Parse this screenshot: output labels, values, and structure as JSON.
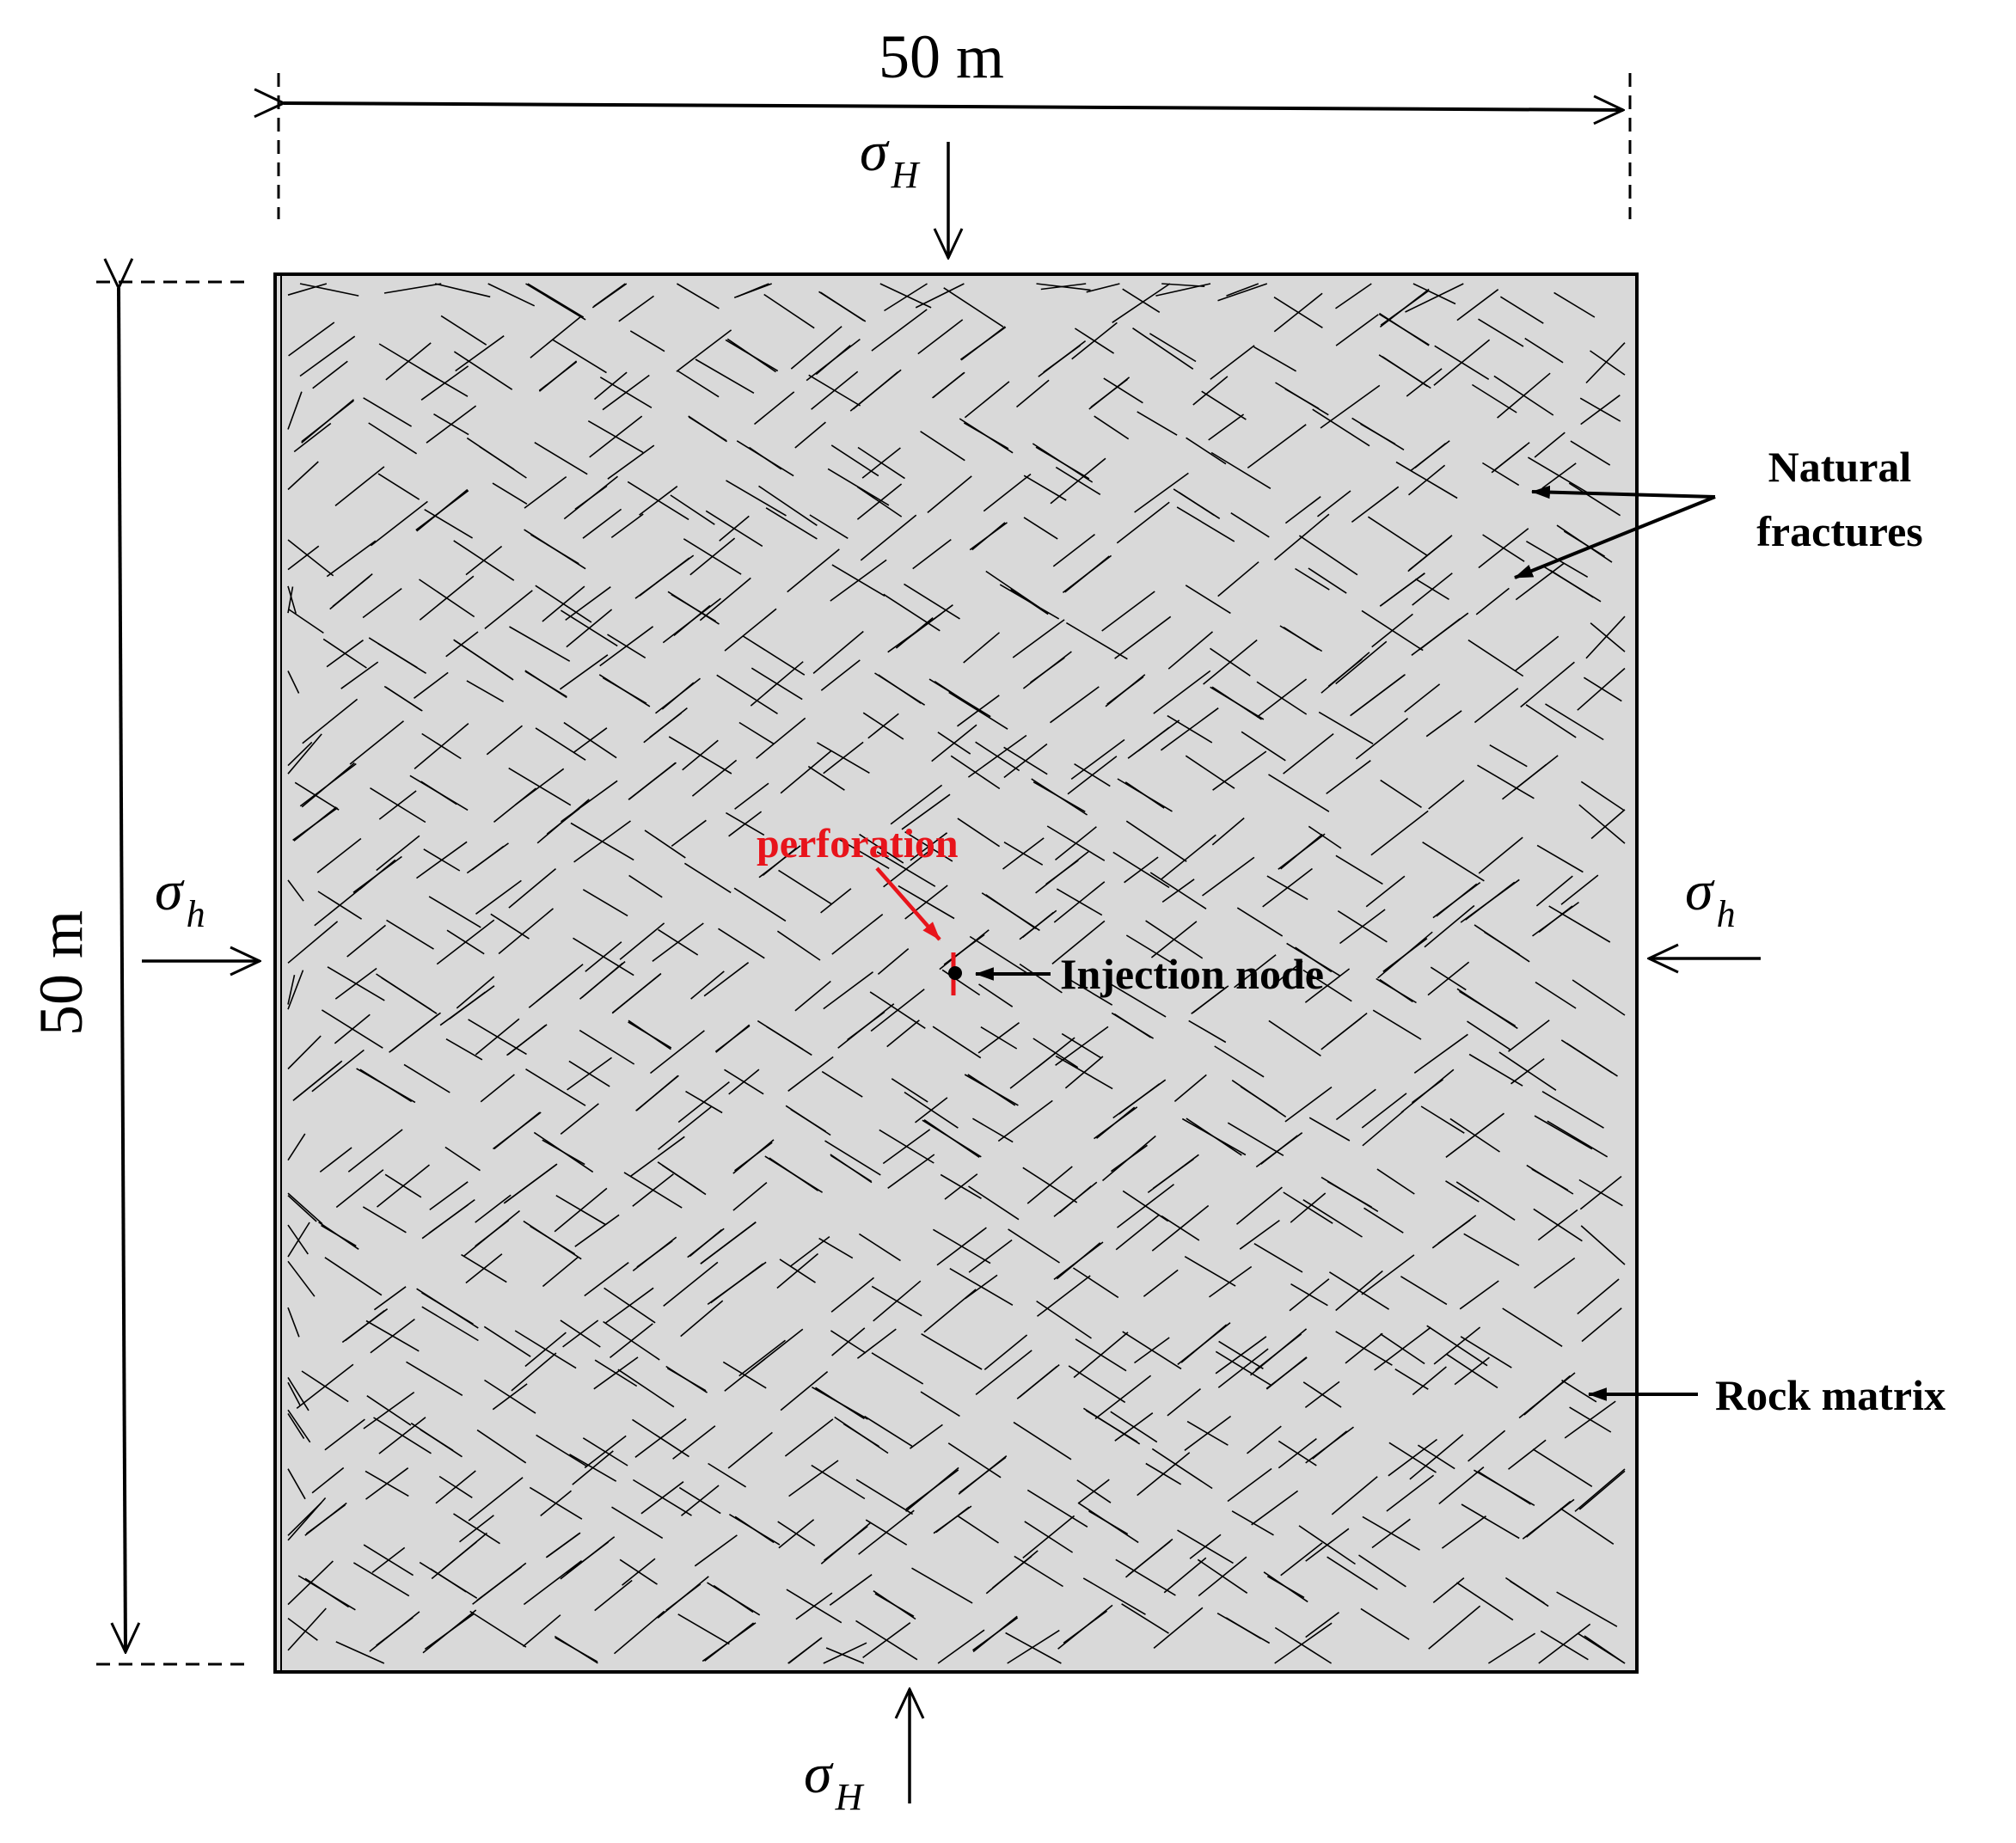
{
  "dimensions": {
    "width_label": "50 m",
    "height_label": "50 m"
  },
  "stresses": {
    "top": {
      "symbol": "σ",
      "subscript": "H"
    },
    "bottom": {
      "symbol": "σ",
      "subscript": "H"
    },
    "left": {
      "symbol": "σ",
      "subscript": "h"
    },
    "right": {
      "symbol": "σ",
      "subscript": "h"
    }
  },
  "labels": {
    "natural_fractures_line1": "Natural",
    "natural_fractures_line2": "fractures",
    "rock_matrix": "Rock matrix",
    "injection_node": "Injection node",
    "perforation": "perforation"
  },
  "colors": {
    "matrix_fill": "#d9d9d9",
    "ink": "#000000",
    "perforation": "#e8141b"
  },
  "fracture_network": {
    "set_angles_deg": [
      32,
      -38
    ]
  }
}
